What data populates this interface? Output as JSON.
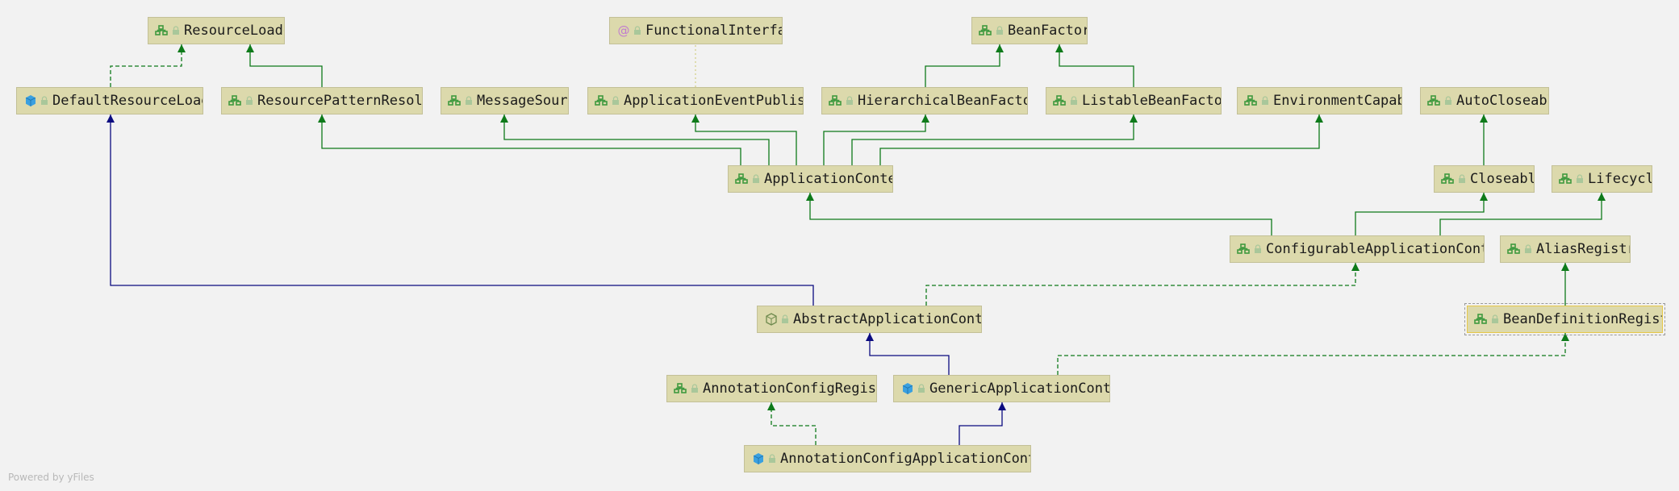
{
  "nodes": [
    {
      "id": "ResourceLoader",
      "label": "ResourceLoade",
      "kind": "interface"
    },
    {
      "id": "FunctionalInterface",
      "label": "FunctionalInterface",
      "kind": "annotation"
    },
    {
      "id": "BeanFactory",
      "label": "BeanFactory",
      "kind": "interface"
    },
    {
      "id": "DefaultResourceLoader",
      "label": "DefaultResourceLoader",
      "kind": "class"
    },
    {
      "id": "ResourcePatternResolver",
      "label": "ResourcePatternResolver",
      "kind": "interface"
    },
    {
      "id": "MessageSource",
      "label": "MessageSource",
      "kind": "interface"
    },
    {
      "id": "ApplicationEventPublisher",
      "label": "ApplicationEventPublisher",
      "kind": "interface"
    },
    {
      "id": "HierarchicalBeanFactory",
      "label": "HierarchicalBeanFactory",
      "kind": "interface"
    },
    {
      "id": "ListableBeanFactory",
      "label": "ListableBeanFactory",
      "kind": "interface"
    },
    {
      "id": "EnvironmentCapable",
      "label": "EnvironmentCapable",
      "kind": "interface"
    },
    {
      "id": "AutoCloseable",
      "label": "AutoCloseable",
      "kind": "interface"
    },
    {
      "id": "ApplicationContext",
      "label": "ApplicationContex",
      "kind": "interface"
    },
    {
      "id": "Closeable",
      "label": "Closeable",
      "kind": "interface"
    },
    {
      "id": "Lifecycle",
      "label": "Lifecycle",
      "kind": "interface"
    },
    {
      "id": "ConfigurableApplicationContext",
      "label": "ConfigurableApplicationContext",
      "kind": "interface"
    },
    {
      "id": "AliasRegistry",
      "label": "AliasRegistry",
      "kind": "interface"
    },
    {
      "id": "AbstractApplicationContext",
      "label": "AbstractApplicationContext",
      "kind": "abstract"
    },
    {
      "id": "BeanDefinitionRegistry",
      "label": "BeanDefinitionRegistr",
      "kind": "interface",
      "selected": true
    },
    {
      "id": "AnnotationConfigRegistry",
      "label": "AnnotationConfigRegistry",
      "kind": "interface"
    },
    {
      "id": "GenericApplicationContext",
      "label": "GenericApplicationContext",
      "kind": "class"
    },
    {
      "id": "AnnotationConfigApplicationContext",
      "label": "AnnotationConfigApplicationContext",
      "kind": "class"
    }
  ],
  "edges": [
    {
      "from": "DefaultResourceLoader",
      "to": "ResourceLoader",
      "type": "implements"
    },
    {
      "from": "ResourcePatternResolver",
      "to": "ResourceLoader",
      "type": "extends-interface"
    },
    {
      "from": "ApplicationEventPublisher",
      "to": "FunctionalInterface",
      "type": "annotated"
    },
    {
      "from": "HierarchicalBeanFactory",
      "to": "BeanFactory",
      "type": "extends-interface"
    },
    {
      "from": "ListableBeanFactory",
      "to": "BeanFactory",
      "type": "extends-interface"
    },
    {
      "from": "ApplicationContext",
      "to": "ResourcePatternResolver",
      "type": "extends-interface"
    },
    {
      "from": "ApplicationContext",
      "to": "MessageSource",
      "type": "extends-interface"
    },
    {
      "from": "ApplicationContext",
      "to": "ApplicationEventPublisher",
      "type": "extends-interface"
    },
    {
      "from": "ApplicationContext",
      "to": "HierarchicalBeanFactory",
      "type": "extends-interface"
    },
    {
      "from": "ApplicationContext",
      "to": "ListableBeanFactory",
      "type": "extends-interface"
    },
    {
      "from": "ApplicationContext",
      "to": "EnvironmentCapable",
      "type": "extends-interface"
    },
    {
      "from": "Closeable",
      "to": "AutoCloseable",
      "type": "extends-interface"
    },
    {
      "from": "ConfigurableApplicationContext",
      "to": "ApplicationContext",
      "type": "extends-interface"
    },
    {
      "from": "ConfigurableApplicationContext",
      "to": "Closeable",
      "type": "extends-interface"
    },
    {
      "from": "ConfigurableApplicationContext",
      "to": "Lifecycle",
      "type": "extends-interface"
    },
    {
      "from": "BeanDefinitionRegistry",
      "to": "AliasRegistry",
      "type": "extends-interface"
    },
    {
      "from": "AbstractApplicationContext",
      "to": "DefaultResourceLoader",
      "type": "extends-class"
    },
    {
      "from": "AbstractApplicationContext",
      "to": "ConfigurableApplicationContext",
      "type": "implements"
    },
    {
      "from": "GenericApplicationContext",
      "to": "AbstractApplicationContext",
      "type": "extends-class"
    },
    {
      "from": "GenericApplicationContext",
      "to": "BeanDefinitionRegistry",
      "type": "implements"
    },
    {
      "from": "AnnotationConfigApplicationContext",
      "to": "GenericApplicationContext",
      "type": "extends-class"
    },
    {
      "from": "AnnotationConfigApplicationContext",
      "to": "AnnotationConfigRegistry",
      "type": "implements"
    }
  ],
  "colors": {
    "extends_interface": "#0e7a1a",
    "implements": "#0e7a1a",
    "extends_class": "#0b0b80",
    "annotated": "#d4d18a",
    "node_fill": "#dcd9ac",
    "interface_icon": "#3f9a3f",
    "class_icon": "#3aa0e0",
    "annotation_icon": "#c07bd0"
  },
  "footer": "Powered by yFiles"
}
